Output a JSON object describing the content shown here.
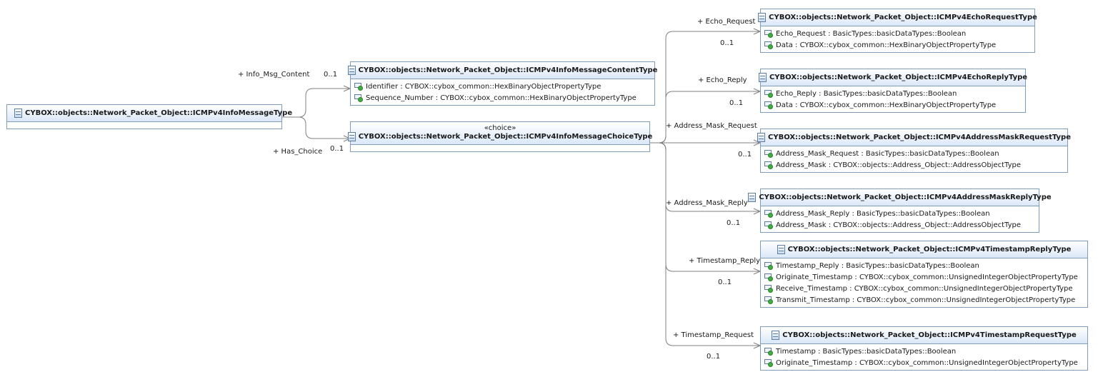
{
  "root": {
    "name": "CYBOX::objects::Network_Packet_Object::ICMPv4InfoMessageType"
  },
  "content_type": {
    "name": "CYBOX::objects::Network_Packet_Object::ICMPv4InfoMessageContentType",
    "attributes": [
      "Identifier : CYBOX::cybox_common::HexBinaryObjectPropertyType",
      "Sequence_Number : CYBOX::cybox_common::HexBinaryObjectPropertyType"
    ]
  },
  "choice_type": {
    "stereotype": "«choice»",
    "name": "CYBOX::objects::Network_Packet_Object::ICMPv4InfoMessageChoiceType"
  },
  "root_links": [
    {
      "role": "+ Info_Msg_Content",
      "multiplicity": "0..1"
    },
    {
      "role": "+ Has_Choice",
      "multiplicity": "0..1"
    }
  ],
  "choice_targets": [
    {
      "name": "CYBOX::objects::Network_Packet_Object::ICMPv4EchoRequestType",
      "role": "+ Echo_Request",
      "multiplicity": "0..1",
      "attributes": [
        "Echo_Request : BasicTypes::basicDataTypes::Boolean",
        "Data : CYBOX::cybox_common::HexBinaryObjectPropertyType"
      ]
    },
    {
      "name": "CYBOX::objects::Network_Packet_Object::ICMPv4EchoReplyType",
      "role": "+ Echo_Reply",
      "multiplicity": "0..1",
      "attributes": [
        "Echo_Reply : BasicTypes::basicDataTypes::Boolean",
        "Data : CYBOX::cybox_common::HexBinaryObjectPropertyType"
      ]
    },
    {
      "name": "CYBOX::objects::Network_Packet_Object::ICMPv4AddressMaskRequestType",
      "role": "+ Address_Mask_Request",
      "multiplicity": "0..1",
      "attributes": [
        "Address_Mask_Request : BasicTypes::basicDataTypes::Boolean",
        "Address_Mask : CYBOX::objects::Address_Object::AddressObjectType"
      ]
    },
    {
      "name": "CYBOX::objects::Network_Packet_Object::ICMPv4AddressMaskReplyType",
      "role": "+ Address_Mask_Reply",
      "multiplicity": "0..1",
      "attributes": [
        "Address_Mask_Reply : BasicTypes::basicDataTypes::Boolean",
        "Address_Mask : CYBOX::objects::Address_Object::AddressObjectType"
      ]
    },
    {
      "name": "CYBOX::objects::Network_Packet_Object::ICMPv4TimestampReplyType",
      "role": "+ Timestamp_Reply",
      "multiplicity": "0..1",
      "attributes": [
        "Timestamp_Reply : BasicTypes::basicDataTypes::Boolean",
        "Originate_Timestamp : CYBOX::cybox_common::UnsignedIntegerObjectPropertyType",
        "Receive_Timestamp : CYBOX::cybox_common::UnsignedIntegerObjectPropertyType",
        "Transmit_Timestamp : CYBOX::cybox_common::UnsignedIntegerObjectPropertyType"
      ]
    },
    {
      "name": "CYBOX::objects::Network_Packet_Object::ICMPv4TimestampRequestType",
      "role": "+ Timestamp_Request",
      "multiplicity": "0..1",
      "attributes": [
        "Timestamp : BasicTypes::basicDataTypes::Boolean",
        "Originate_Timestamp : CYBOX::cybox_common::UnsignedIntegerObjectPropertyType"
      ]
    }
  ]
}
